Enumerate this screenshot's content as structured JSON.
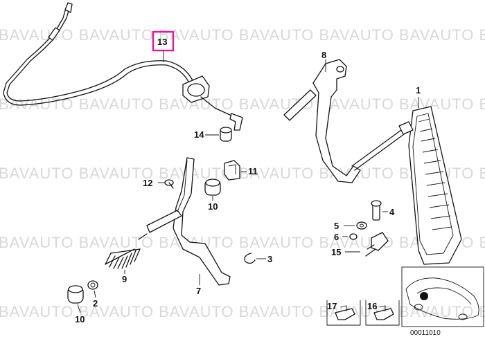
{
  "watermark": {
    "text": "BAVAUTO BAVAUTO BAVAUTO BAVAUTO BAVAUTO BAVAUTO BAVAUTO",
    "color": "#d8d8d8"
  },
  "highlight": {
    "label": "13",
    "color": "#e0189c"
  },
  "labels": {
    "l1": "1",
    "l2": "2",
    "l3": "3",
    "l4": "4",
    "l5": "5",
    "l6": "6",
    "l7": "7",
    "l8": "8",
    "l9": "9",
    "l10a": "10",
    "l10b": "10",
    "l11": "11",
    "l12": "12",
    "l14": "14",
    "l15": "15",
    "l16": "16",
    "l17": "17"
  },
  "diagram_code": "00011010"
}
